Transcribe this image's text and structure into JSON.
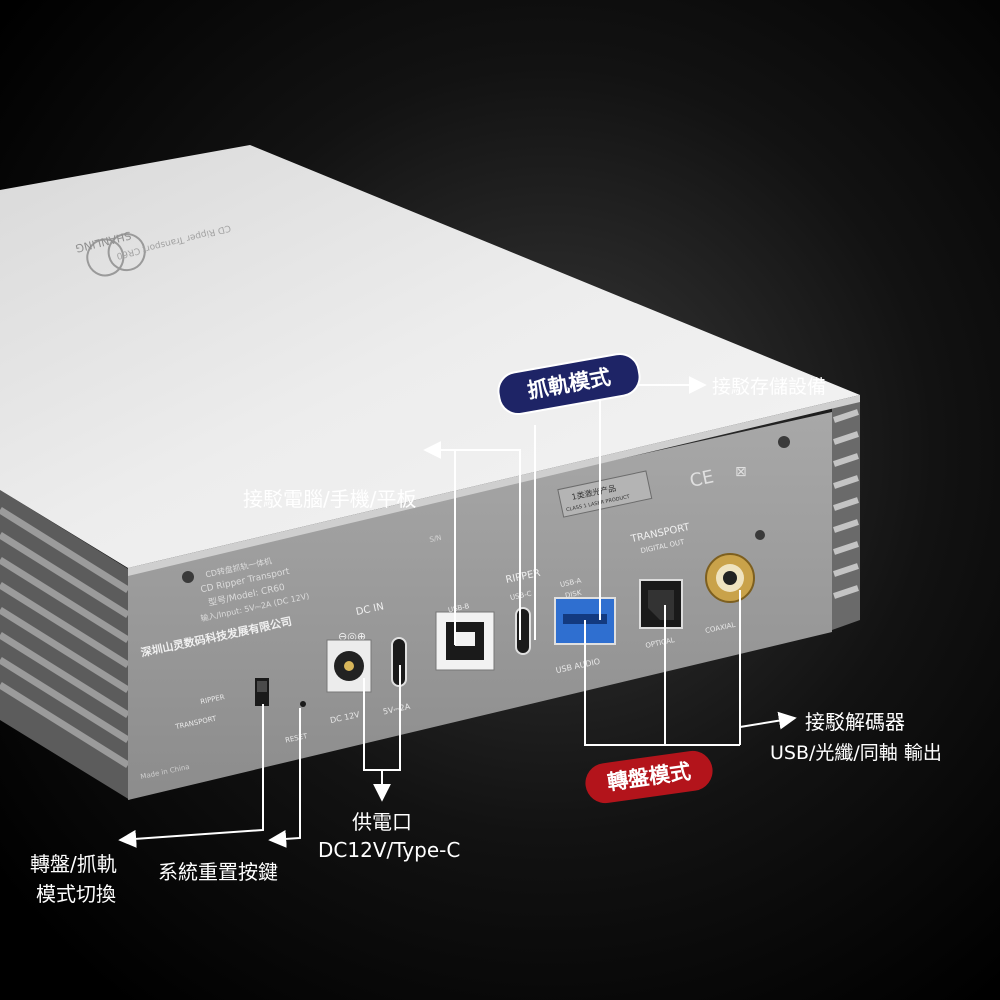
{
  "device": {
    "brand": "SHANLING",
    "top_text": "CD Ripper Transport CR60",
    "sticker": {
      "line1": "CD转盘抓轨一体机",
      "line2": "CD Ripper Transport",
      "line3": "型号/Model: CR60",
      "line4": "输入/Input: 5V⎓2A  (DC 12V)",
      "company": "深圳山灵数码科技发展有限公司"
    },
    "laser": {
      "line1": "1类激光产品",
      "line2": "CLASS 1 LASER PRODUCT"
    },
    "ce_mark": "CE",
    "sn": "S/N",
    "made_in": "Made in China",
    "ports": {
      "dc_in": "DC IN",
      "dc12v": "DC 12V",
      "v5_2a": "5V⎓2A",
      "ripper_group": "RIPPER",
      "usb_b": "USB-B",
      "usb_c": "USB-C",
      "usb_a": "USB-A",
      "disk": "DISK",
      "usb_audio": "USB AUDIO",
      "transport_group": "TRANSPORT",
      "digital_out": "DIGITAL OUT",
      "optical": "OPTICAL",
      "coaxial": "COAXIAL",
      "ripper_switch": "RIPPER",
      "transport_switch": "TRANSPORT",
      "reset": "RESET"
    }
  },
  "callouts": {
    "ripper_mode": "抓軌模式",
    "connect_storage": "接駁存儲設備",
    "connect_pc": "接駁電腦/手機/平板",
    "connect_dac_line1": "接駁解碼器",
    "connect_dac_line2": "USB/光纖/同軸 輸出",
    "transport_mode": "轉盤模式",
    "power_line1": "供電口",
    "power_line2": "DC12V/Type-C",
    "reset_button": "系統重置按鍵",
    "switch_line1": "轉盤/抓軌",
    "switch_line2": "模式切換"
  },
  "colors": {
    "background": "#000000",
    "chassis_top": "#e6e6e6",
    "back_panel": "#9a9a9a",
    "ripper_pill": "#1e2466",
    "transport_pill": "#b3141b",
    "callout_line": "#ffffff",
    "usb_a_port": "#2f6fd0",
    "coax_ring": "#c9a24a"
  }
}
